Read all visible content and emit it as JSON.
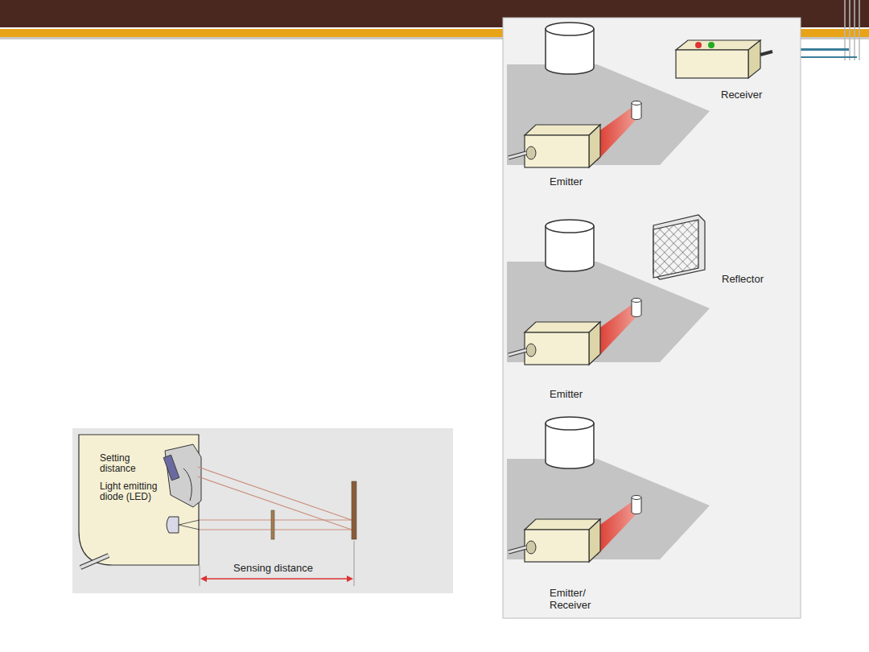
{
  "diagram": {
    "labels": [
      "Receiver",
      "Emitter",
      "Reflector",
      "Emitter",
      "Emitter/ Receiver",
      "Setting distance",
      "Light emitting diode (LED)",
      "Sensing distance"
    ]
  }
}
